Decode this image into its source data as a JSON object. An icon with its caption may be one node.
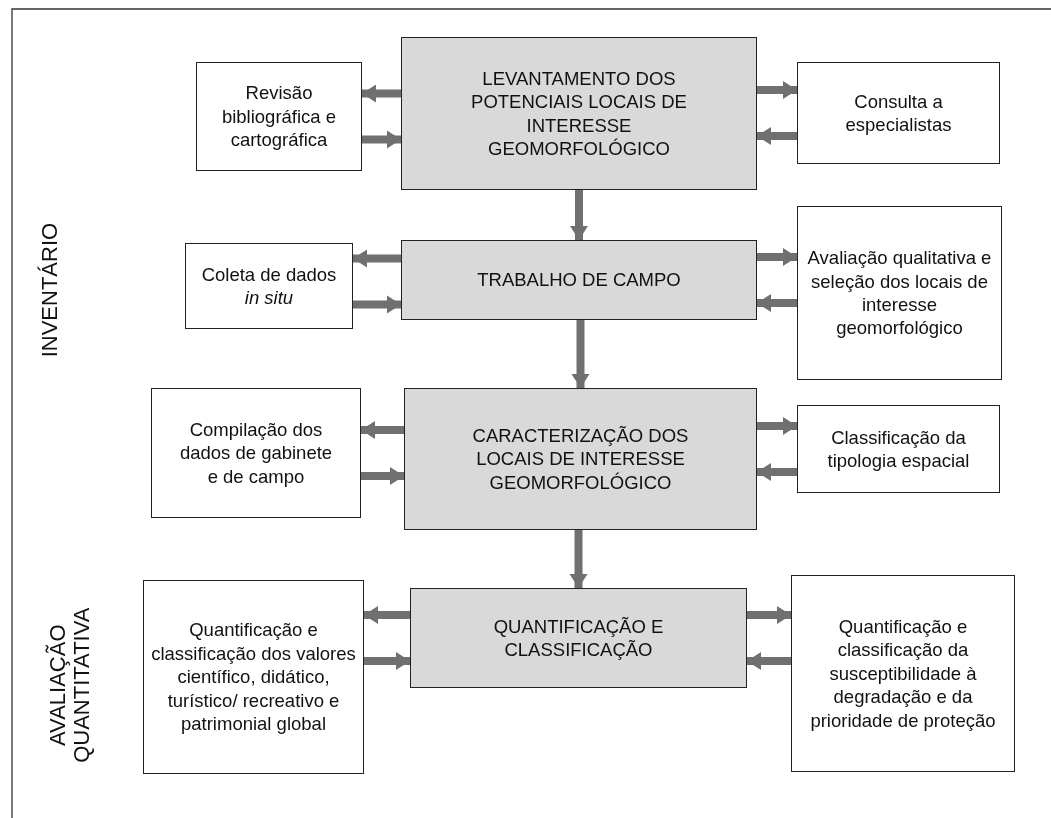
{
  "diagram": {
    "nodes": [
      {
        "text": [
          "LEVANTAMENTO DOS POTENCIAIS LOCAIS DE INTERESSE GEOMORFOLÓGICO"
        ]
      },
      {
        "text": [
          "Revisão bibliográfica e cartográfica"
        ]
      },
      {
        "text": [
          "Consulta a especialistas"
        ]
      },
      {
        "text": [
          "TRABALHO DE CAMPO"
        ]
      },
      {
        "text": [
          "Coleta de dados *in situ*"
        ]
      },
      {
        "text": [
          "Avaliação qualitativa e seleção dos locais de interesse geomorfológico"
        ]
      },
      {
        "text": [
          "CARACTERIZAÇÃO DOS LOCAIS DE INTERESSE GEOMORFOLÓGICO"
        ]
      },
      {
        "text": [
          "Compilação dos dados de gabinete e de campo"
        ]
      },
      {
        "text": [
          "Classificação da tipologia espacial"
        ]
      },
      {
        "text": [
          "QUANTIFICAÇÃO E CLASSIFICAÇÃO"
        ]
      },
      {
        "text": [
          "Quantificação e classificação dos valores científico, didático, turístico/ recreativo e patrimonial global"
        ]
      },
      {
        "text": [
          "Quantificação e classificação da susceptibilidade à degradação e da prioridade de proteção"
        ]
      }
    ],
    "edges": [
      {
        "from": 0,
        "to": 1,
        "arrow": "to"
      },
      {
        "from": 1,
        "to": 0,
        "arrow": "to"
      },
      {
        "from": 0,
        "to": 2,
        "arrow": "to"
      },
      {
        "from": 2,
        "to": 0,
        "arrow": "to"
      },
      {
        "from": 0,
        "to": 3,
        "arrow": "to"
      },
      {
        "from": 3,
        "to": 4,
        "arrow": "to"
      },
      {
        "from": 4,
        "to": 3,
        "arrow": "to"
      },
      {
        "from": 3,
        "to": 5,
        "arrow": "to"
      },
      {
        "from": 5,
        "to": 3,
        "arrow": "to"
      },
      {
        "from": 3,
        "to": 6,
        "arrow": "to"
      },
      {
        "from": 6,
        "to": 7,
        "arrow": "to"
      },
      {
        "from": 7,
        "to": 6,
        "arrow": "to"
      },
      {
        "from": 6,
        "to": 8,
        "arrow": "to"
      },
      {
        "from": 8,
        "to": 6,
        "arrow": "to"
      },
      {
        "from": 6,
        "to": 9,
        "arrow": "to"
      },
      {
        "from": 9,
        "to": 10,
        "arrow": "to"
      },
      {
        "from": 10,
        "to": 9,
        "arrow": "to"
      },
      {
        "from": 9,
        "to": 11,
        "arrow": "to"
      },
      {
        "from": 11,
        "to": 9,
        "arrow": "to"
      }
    ],
    "labels": [
      "INVENTÁRIO",
      "AVALIAÇÃO QUANTITATIVA"
    ]
  }
}
